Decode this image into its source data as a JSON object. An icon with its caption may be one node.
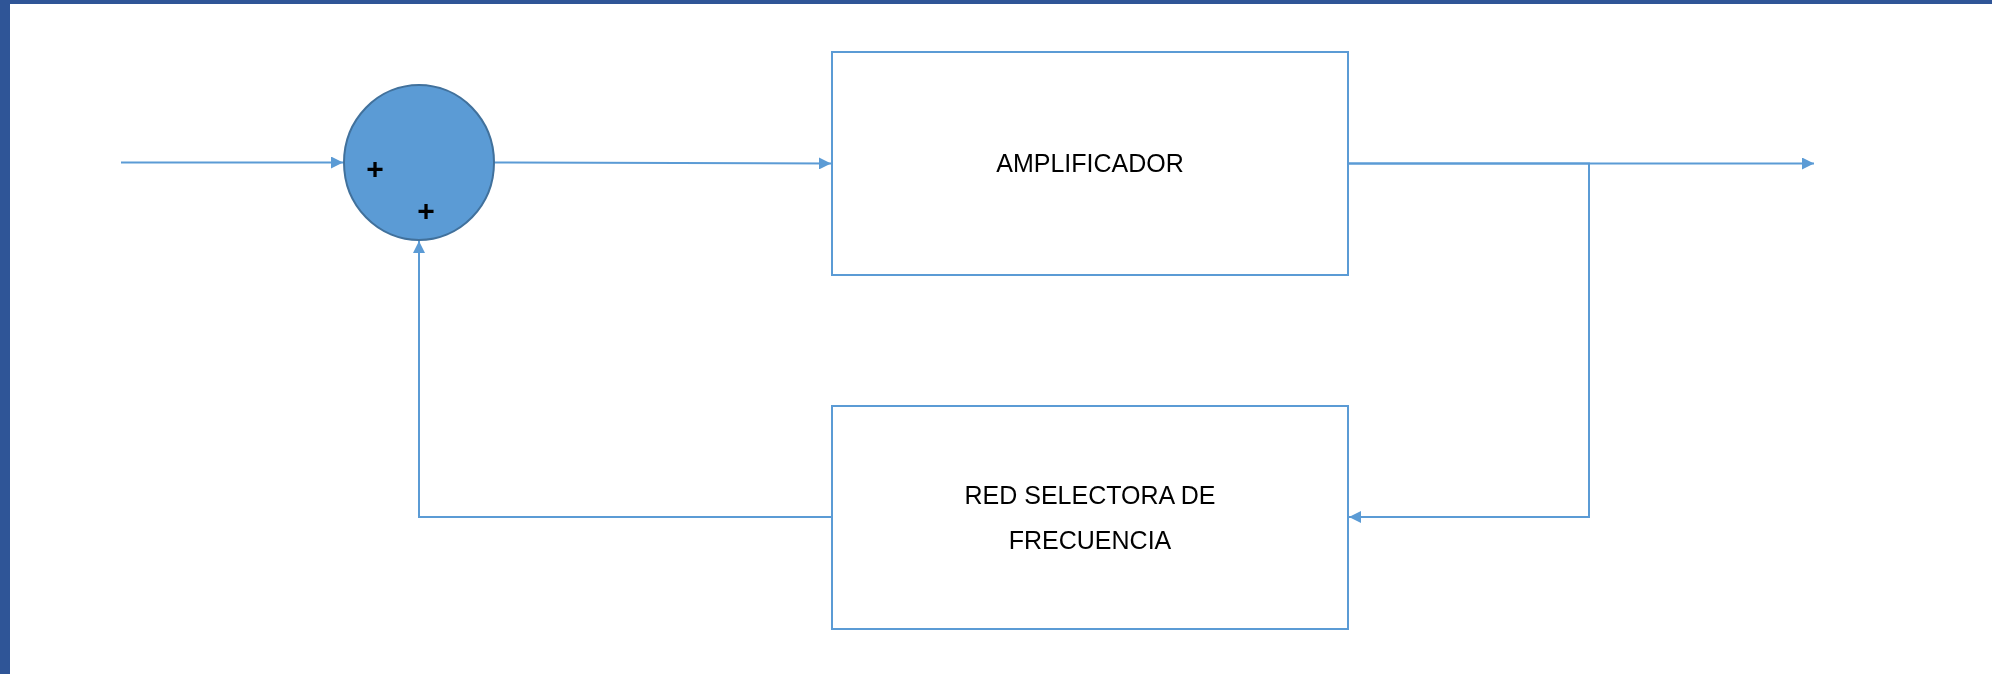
{
  "diagram": {
    "nodes": [
      {
        "text": [],
        "shape": "circle"
      },
      {
        "text": [
          "AMPLIFICADOR"
        ]
      },
      {
        "text": [
          "RED SELECTORA DE FRECUENCIA"
        ]
      }
    ],
    "edges": [
      {
        "from": null,
        "to": 0,
        "arrow": "to"
      },
      {
        "from": 0,
        "to": 1,
        "arrow": "to"
      },
      {
        "from": 1,
        "to": null,
        "arrow": "to"
      },
      {
        "from": 1,
        "to": 2,
        "arrow": "to"
      },
      {
        "from": 2,
        "to": 0,
        "arrow": "to"
      }
    ],
    "labels": [
      "+",
      "+"
    ]
  }
}
